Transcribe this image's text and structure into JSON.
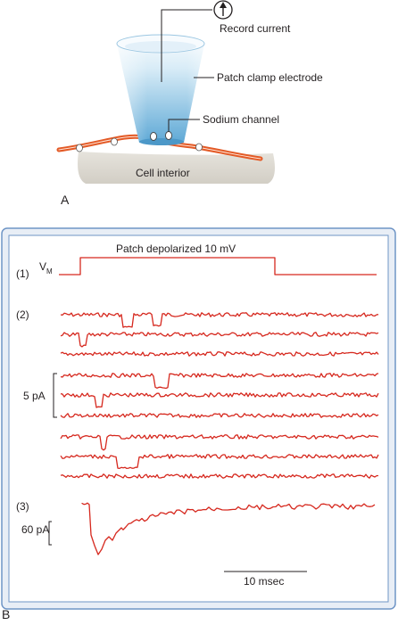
{
  "panel_a": {
    "letter": "A",
    "labels": {
      "record_current": "Record current",
      "patch_clamp_electrode": "Patch clamp electrode",
      "sodium_channel": "Sodium channel",
      "cell_interior": "Cell interior"
    },
    "meter_glyph": "ammeter-icon"
  },
  "panel_b": {
    "letter": "B",
    "row1": {
      "index": "(1)",
      "vm_main": "V",
      "vm_sub": "M",
      "step_label": "Patch depolarized 10 mV"
    },
    "row2": {
      "index": "(2)",
      "scale_label": "5 pA"
    },
    "row3": {
      "index": "(3)",
      "scale_label": "60 pA"
    },
    "time_scale": "10 msec"
  },
  "colors": {
    "trace": "#d6281e",
    "frame": "#6f95c6",
    "frame_fill": "#e8eef6",
    "plot_bg": "#ffffff",
    "membrane": "#e35a26",
    "electrode_top": "#e9f3fb",
    "electrode_bottom": "#6db1da",
    "cell_ground": "#dedad2"
  }
}
